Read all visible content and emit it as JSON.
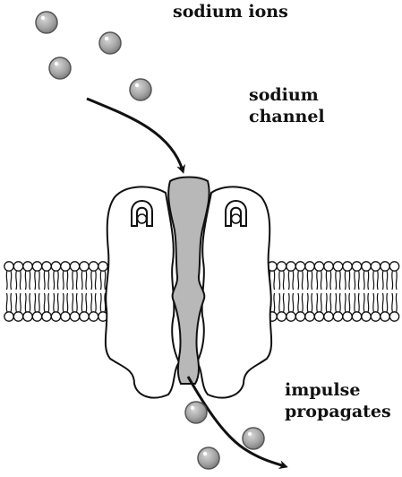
{
  "labels": {
    "sodium_ions": "sodium ions",
    "sodium_channel_line1": "sodium",
    "sodium_channel_line2": "channel",
    "impulse_line1": "impulse",
    "impulse_line2": "propagates"
  },
  "colors": {
    "ion_fill": "#a6a6a6",
    "pore_fill": "#b8b8b8",
    "protein_fill": "#ffffff",
    "stroke": "#111111",
    "text": "#111111"
  }
}
